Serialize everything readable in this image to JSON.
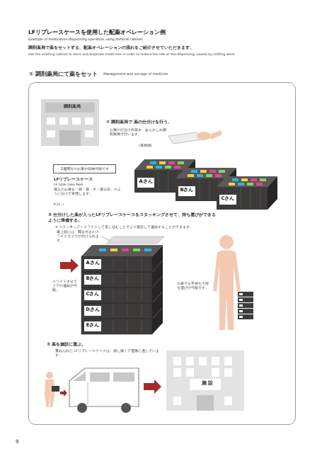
{
  "diagram": {
    "title": "LFリプレースケースを使用した配薬オペレーション例",
    "nodes": [
      {
        "text": [
          "① 調剤薬局にて薬をセット",
          "Management and storage of medicine"
        ]
      },
      {
        "text": [
          "調剤薬局"
        ],
        "in": 0
      },
      {
        "text": [
          "2週間分のお薬が収納可能です"
        ],
        "in": 0
      },
      {
        "text": [
          "施 設"
        ],
        "in": 0
      }
    ],
    "labels": [
      "Example of medication-dispensing operation using medical cabinet",
      "調剤薬局で薬をセットする、配薬オペレーションの流れをご紹介させていただきます。",
      "Use the existing cabinet to store and dispense medicines in order to reduce the risk of mis-dispensing caused by refilling work.",
      "① 調剤薬局で 薬の仕分けを行う。",
      "お薬の仕分け作業を、あらかじめ調剤薬局で行います。",
      "LFリプレースケース",
      "LF Slide Case Nest",
      "個人のお薬を「朝・昼・夕・寝る前」のように分けて管理します。",
      "P.15 →",
      "(薬局側)",
      "Aさん",
      "Bさん",
      "Cさん",
      "② 仕分けした薬が入ったLFリプレースケースをスタッキングさせて、持ち運びができるように準備する。",
      "※ スタッキング＋スライドして差し込むことでより安定して連結することができます。",
      "最上段には、開き付きのスライドガブタが付けられます。",
      "Aさん",
      "Bさん",
      "Cさん",
      "Dさん",
      "Eさん",
      "スライドさせて上下の連結が可能。",
      "台車でも手持ちで持ち運びが可能です。",
      "③ 薬を施設に運ぶ。",
      "重ねられた LFリプレースケースは、崩し難くて運搬に適しています。",
      "9"
    ]
  }
}
